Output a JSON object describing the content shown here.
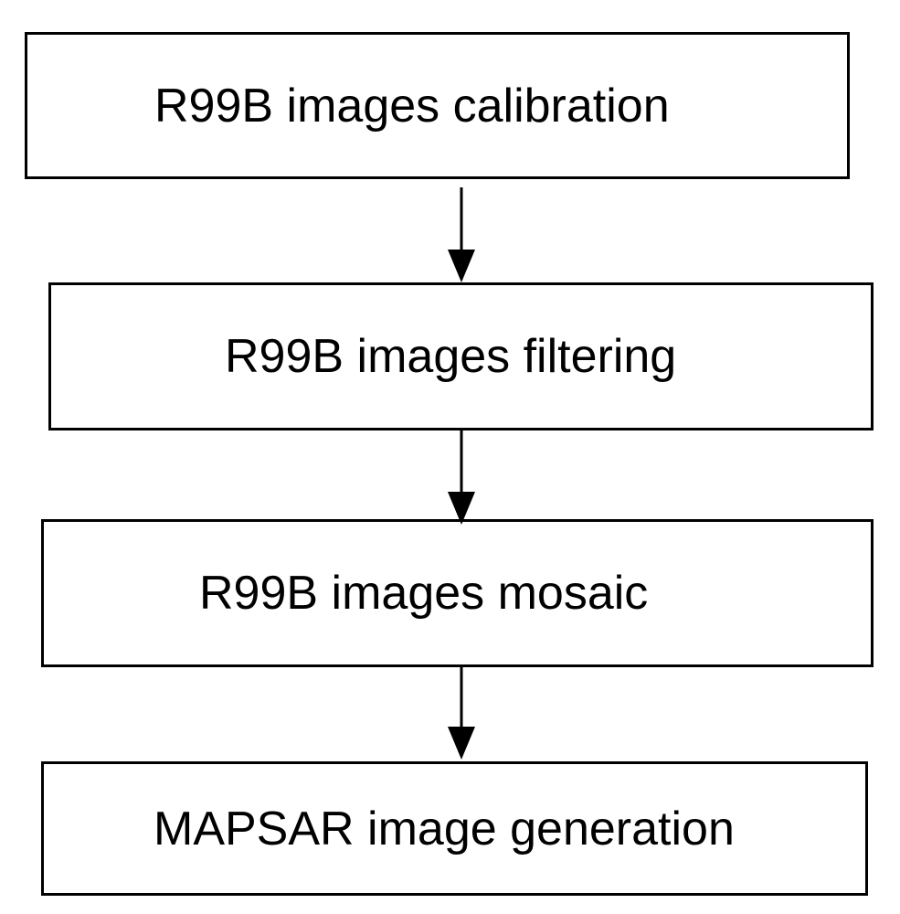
{
  "diagram": {
    "type": "flowchart",
    "direction": "top-to-bottom",
    "steps": [
      {
        "id": "step1",
        "label": "R99B images calibration"
      },
      {
        "id": "step2",
        "label": "R99B images filtering"
      },
      {
        "id": "step3",
        "label": "R99B images mosaic"
      },
      {
        "id": "step4",
        "label": "MAPSAR image generation"
      }
    ],
    "edges": [
      {
        "from": "step1",
        "to": "step2"
      },
      {
        "from": "step2",
        "to": "step3"
      },
      {
        "from": "step3",
        "to": "step4"
      }
    ],
    "colors": {
      "stroke": "#000000",
      "fill": "#ffffff",
      "text": "#000000"
    }
  }
}
